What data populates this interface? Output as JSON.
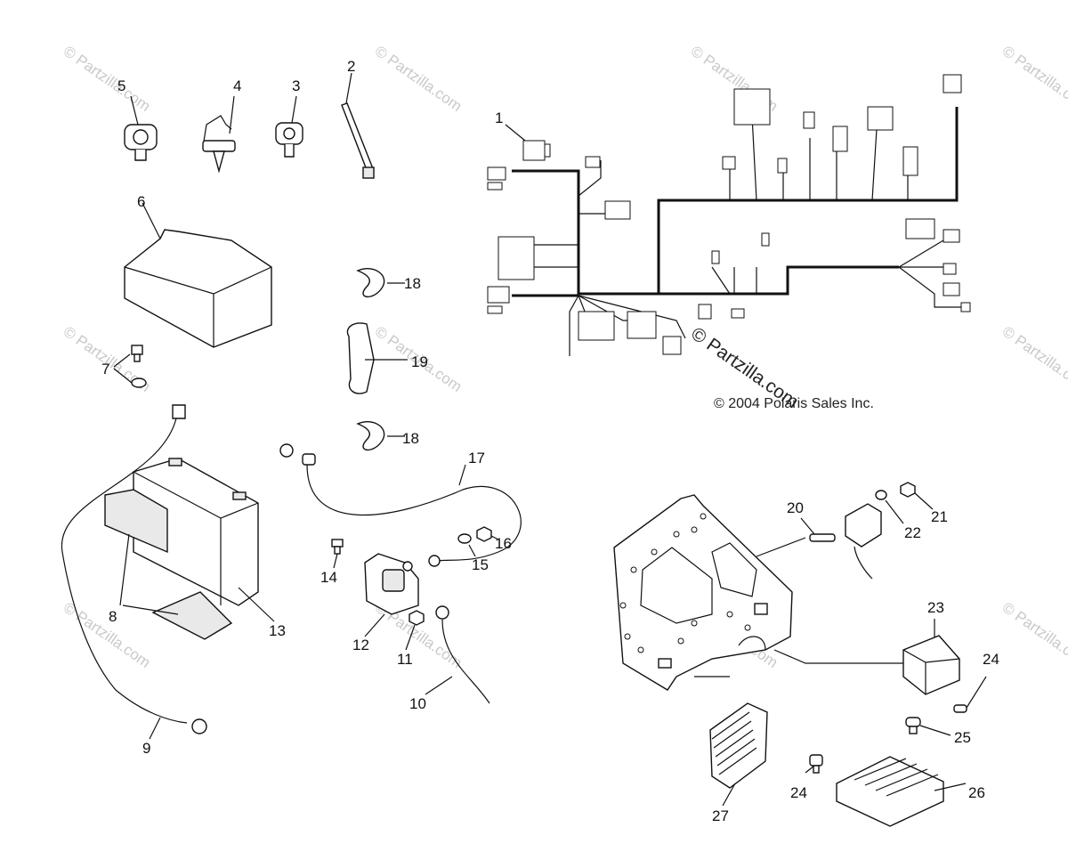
{
  "copyright": "© 2004 Polaris Sales Inc.",
  "watermark": {
    "small": "© Partzilla.com",
    "large": "© Partzilla.com"
  },
  "callouts": {
    "c1": "1",
    "c2": "2",
    "c3": "3",
    "c4": "4",
    "c5": "5",
    "c6": "6",
    "c7": "7",
    "c8": "8",
    "c9": "9",
    "c10": "10",
    "c11": "11",
    "c12": "12",
    "c13": "13",
    "c14": "14",
    "c15": "15",
    "c16": "16",
    "c17": "17",
    "c18a": "18",
    "c18b": "18",
    "c19": "19",
    "c20": "20",
    "c21": "21",
    "c22": "22",
    "c23": "23",
    "c24a": "24",
    "c24b": "24",
    "c25": "25",
    "c26": "26",
    "c27": "27"
  }
}
